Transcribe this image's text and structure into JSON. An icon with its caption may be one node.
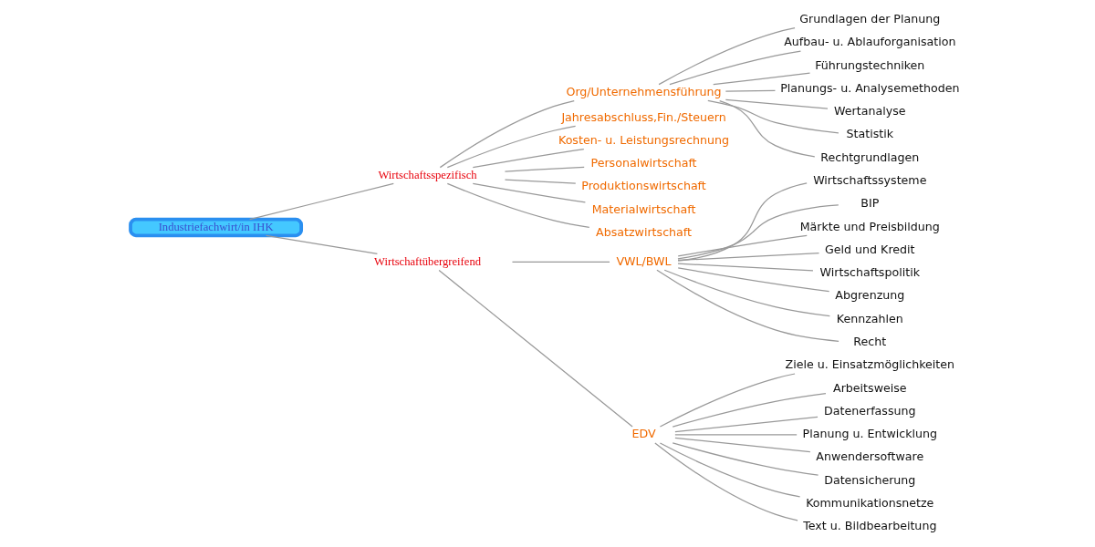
{
  "diagram": {
    "nodes": [
      {
        "text": [
          "Industriefachwirt/in IHK"
        ]
      },
      {
        "text": [
          "Wirtschaftsspezifisch"
        ]
      },
      {
        "text": [
          "Org/Unternehmensführung"
        ]
      },
      {
        "text": [
          "Grundlagen der Planung"
        ]
      },
      {
        "text": [
          "Aufbau- u. Ablauforganisation"
        ]
      },
      {
        "text": [
          "Führungstechniken"
        ]
      },
      {
        "text": [
          "Planungs- u. Analysemethoden"
        ]
      },
      {
        "text": [
          "Wertanalyse"
        ]
      },
      {
        "text": [
          "Statistik"
        ]
      },
      {
        "text": [
          "Rechtgrundlagen"
        ]
      },
      {
        "text": [
          "Jahresabschluss,Fin./Steuern"
        ]
      },
      {
        "text": [
          "Kosten- u. Leistungsrechnung"
        ]
      },
      {
        "text": [
          "Personalwirtschaft"
        ]
      },
      {
        "text": [
          "Produktionswirtschaft"
        ]
      },
      {
        "text": [
          "Materialwirtschaft"
        ]
      },
      {
        "text": [
          "Absatzwirtschaft"
        ]
      },
      {
        "text": [
          "Wirtschaftübergreifend"
        ]
      },
      {
        "text": [
          "VWL/BWL"
        ]
      },
      {
        "text": [
          "Wirtschaftssysteme"
        ]
      },
      {
        "text": [
          "BIP"
        ]
      },
      {
        "text": [
          "Märkte und Preisbildung"
        ]
      },
      {
        "text": [
          "Geld und Kredit"
        ]
      },
      {
        "text": [
          "Wirtschaftspolitik"
        ]
      },
      {
        "text": [
          "Abgrenzung"
        ]
      },
      {
        "text": [
          "Kennzahlen"
        ]
      },
      {
        "text": [
          "Recht"
        ]
      },
      {
        "text": [
          "EDV"
        ]
      },
      {
        "text": [
          "Ziele u. Einsatzmöglichkeiten"
        ]
      },
      {
        "text": [
          "Arbeitsweise"
        ]
      },
      {
        "text": [
          "Datenerfassung"
        ]
      },
      {
        "text": [
          "Planung u. Entwicklung"
        ]
      },
      {
        "text": [
          "Anwendersoftware"
        ]
      },
      {
        "text": [
          "Datensicherung"
        ]
      },
      {
        "text": [
          "Kommunikationsnetze"
        ]
      },
      {
        "text": [
          "Text u. Bildbearbeitung"
        ]
      }
    ],
    "edges": [
      {
        "from": 0,
        "to": 1,
        "arrow": "none"
      },
      {
        "from": 1,
        "to": 2,
        "arrow": "none"
      },
      {
        "from": 2,
        "to": 3,
        "arrow": "none"
      },
      {
        "from": 2,
        "to": 4,
        "arrow": "none"
      },
      {
        "from": 2,
        "to": 5,
        "arrow": "none"
      },
      {
        "from": 2,
        "to": 6,
        "arrow": "none"
      },
      {
        "from": 2,
        "to": 7,
        "arrow": "none"
      },
      {
        "from": 2,
        "to": 8,
        "arrow": "none"
      },
      {
        "from": 2,
        "to": 9,
        "arrow": "none"
      },
      {
        "from": 1,
        "to": 10,
        "arrow": "none"
      },
      {
        "from": 1,
        "to": 11,
        "arrow": "none"
      },
      {
        "from": 1,
        "to": 12,
        "arrow": "none"
      },
      {
        "from": 1,
        "to": 13,
        "arrow": "none"
      },
      {
        "from": 1,
        "to": 14,
        "arrow": "none"
      },
      {
        "from": 1,
        "to": 15,
        "arrow": "none"
      },
      {
        "from": 0,
        "to": 16,
        "arrow": "none"
      },
      {
        "from": 16,
        "to": 17,
        "arrow": "none"
      },
      {
        "from": 17,
        "to": 18,
        "arrow": "none"
      },
      {
        "from": 17,
        "to": 19,
        "arrow": "none"
      },
      {
        "from": 17,
        "to": 20,
        "arrow": "none"
      },
      {
        "from": 17,
        "to": 21,
        "arrow": "none"
      },
      {
        "from": 17,
        "to": 22,
        "arrow": "none"
      },
      {
        "from": 17,
        "to": 23,
        "arrow": "none"
      },
      {
        "from": 17,
        "to": 24,
        "arrow": "none"
      },
      {
        "from": 17,
        "to": 25,
        "arrow": "none"
      },
      {
        "from": 16,
        "to": 26,
        "arrow": "none"
      },
      {
        "from": 26,
        "to": 27,
        "arrow": "none"
      },
      {
        "from": 26,
        "to": 28,
        "arrow": "none"
      },
      {
        "from": 26,
        "to": 29,
        "arrow": "none"
      },
      {
        "from": 26,
        "to": 30,
        "arrow": "none"
      },
      {
        "from": 26,
        "to": 31,
        "arrow": "none"
      },
      {
        "from": 26,
        "to": 32,
        "arrow": "none"
      },
      {
        "from": 26,
        "to": 33,
        "arrow": "none"
      },
      {
        "from": 26,
        "to": 34,
        "arrow": "none"
      }
    ]
  }
}
